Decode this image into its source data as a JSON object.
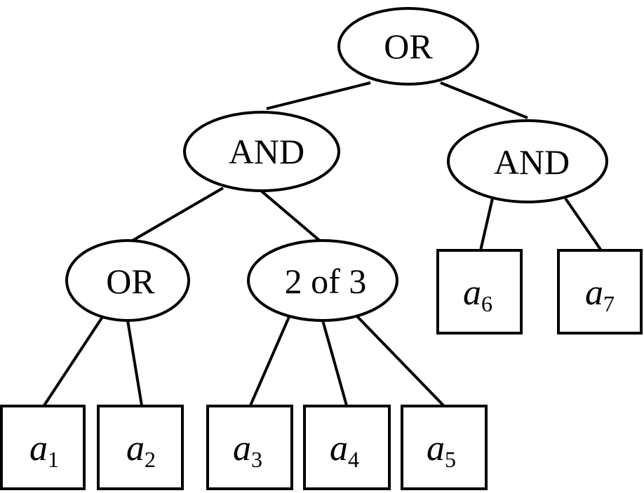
{
  "diagram": {
    "gates": [
      {
        "id": "g1",
        "label": "OR"
      },
      {
        "id": "g2",
        "label": "AND"
      },
      {
        "id": "g3",
        "label": "AND"
      },
      {
        "id": "g4",
        "label": "OR"
      },
      {
        "id": "g5",
        "label": "2 of 3"
      }
    ],
    "leaves": [
      {
        "id": "l1",
        "base": "a",
        "sub": "1"
      },
      {
        "id": "l2",
        "base": "a",
        "sub": "2"
      },
      {
        "id": "l3",
        "base": "a",
        "sub": "3"
      },
      {
        "id": "l4",
        "base": "a",
        "sub": "4"
      },
      {
        "id": "l5",
        "base": "a",
        "sub": "5"
      },
      {
        "id": "l6",
        "base": "a",
        "sub": "6"
      },
      {
        "id": "l7",
        "base": "a",
        "sub": "7"
      }
    ],
    "edges": [
      {
        "from": "g1",
        "to": "g2"
      },
      {
        "from": "g1",
        "to": "g3"
      },
      {
        "from": "g2",
        "to": "g4"
      },
      {
        "from": "g2",
        "to": "g5"
      },
      {
        "from": "g4",
        "to": "l1"
      },
      {
        "from": "g4",
        "to": "l2"
      },
      {
        "from": "g5",
        "to": "l3"
      },
      {
        "from": "g5",
        "to": "l4"
      },
      {
        "from": "g5",
        "to": "l5"
      },
      {
        "from": "g3",
        "to": "l6"
      },
      {
        "from": "g3",
        "to": "l7"
      }
    ]
  }
}
